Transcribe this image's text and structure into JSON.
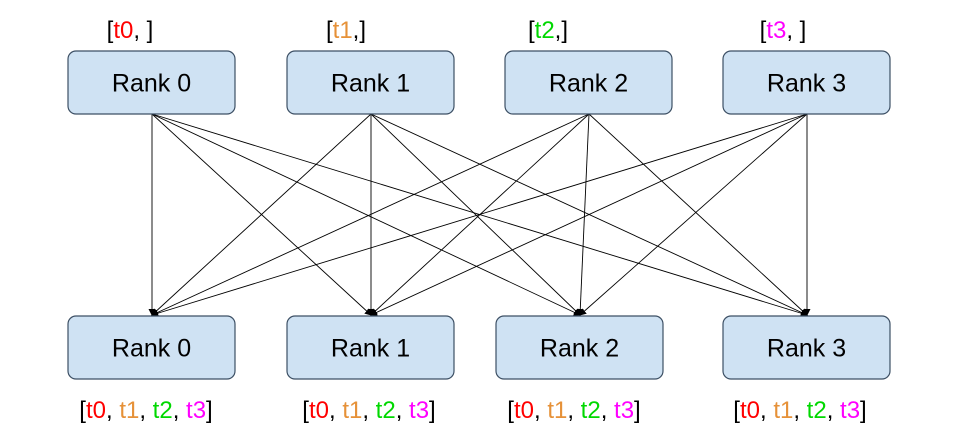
{
  "top_ranks": [
    {
      "label": "Rank 0",
      "tensors": [
        {
          "text": "t0",
          "color": "red"
        }
      ],
      "suffix": ", "
    },
    {
      "label": "Rank 1",
      "tensors": [
        {
          "text": "t1",
          "color": "orange"
        }
      ],
      "suffix": ","
    },
    {
      "label": "Rank 2",
      "tensors": [
        {
          "text": "t2",
          "color": "green"
        }
      ],
      "suffix": ","
    },
    {
      "label": "Rank 3",
      "tensors": [
        {
          "text": "t3",
          "color": "magenta"
        }
      ],
      "suffix": ", "
    }
  ],
  "bottom_ranks": [
    {
      "label": "Rank 0",
      "tensors": [
        {
          "text": "t0",
          "color": "red"
        },
        {
          "text": "t1",
          "color": "orange"
        },
        {
          "text": "t2",
          "color": "green"
        },
        {
          "text": "t3",
          "color": "magenta"
        }
      ]
    },
    {
      "label": "Rank 1",
      "tensors": [
        {
          "text": "t0",
          "color": "red"
        },
        {
          "text": "t1",
          "color": "orange"
        },
        {
          "text": "t2",
          "color": "green"
        },
        {
          "text": "t3",
          "color": "magenta"
        }
      ]
    },
    {
      "label": "Rank 2",
      "tensors": [
        {
          "text": "t0",
          "color": "red"
        },
        {
          "text": "t1",
          "color": "orange"
        },
        {
          "text": "t2",
          "color": "green"
        },
        {
          "text": "t3",
          "color": "magenta"
        }
      ]
    },
    {
      "label": "Rank 3",
      "tensors": [
        {
          "text": "t0",
          "color": "red"
        },
        {
          "text": "t1",
          "color": "orange"
        },
        {
          "text": "t2",
          "color": "green"
        },
        {
          "text": "t3",
          "color": "magenta"
        }
      ]
    }
  ],
  "colors": {
    "red": "#ff0000",
    "orange": "#e69138",
    "green": "#00d800",
    "magenta": "#ff00ff",
    "bracket": "#000000",
    "box_fill": "#cfe2f3",
    "box_stroke": "#3c4f64"
  }
}
